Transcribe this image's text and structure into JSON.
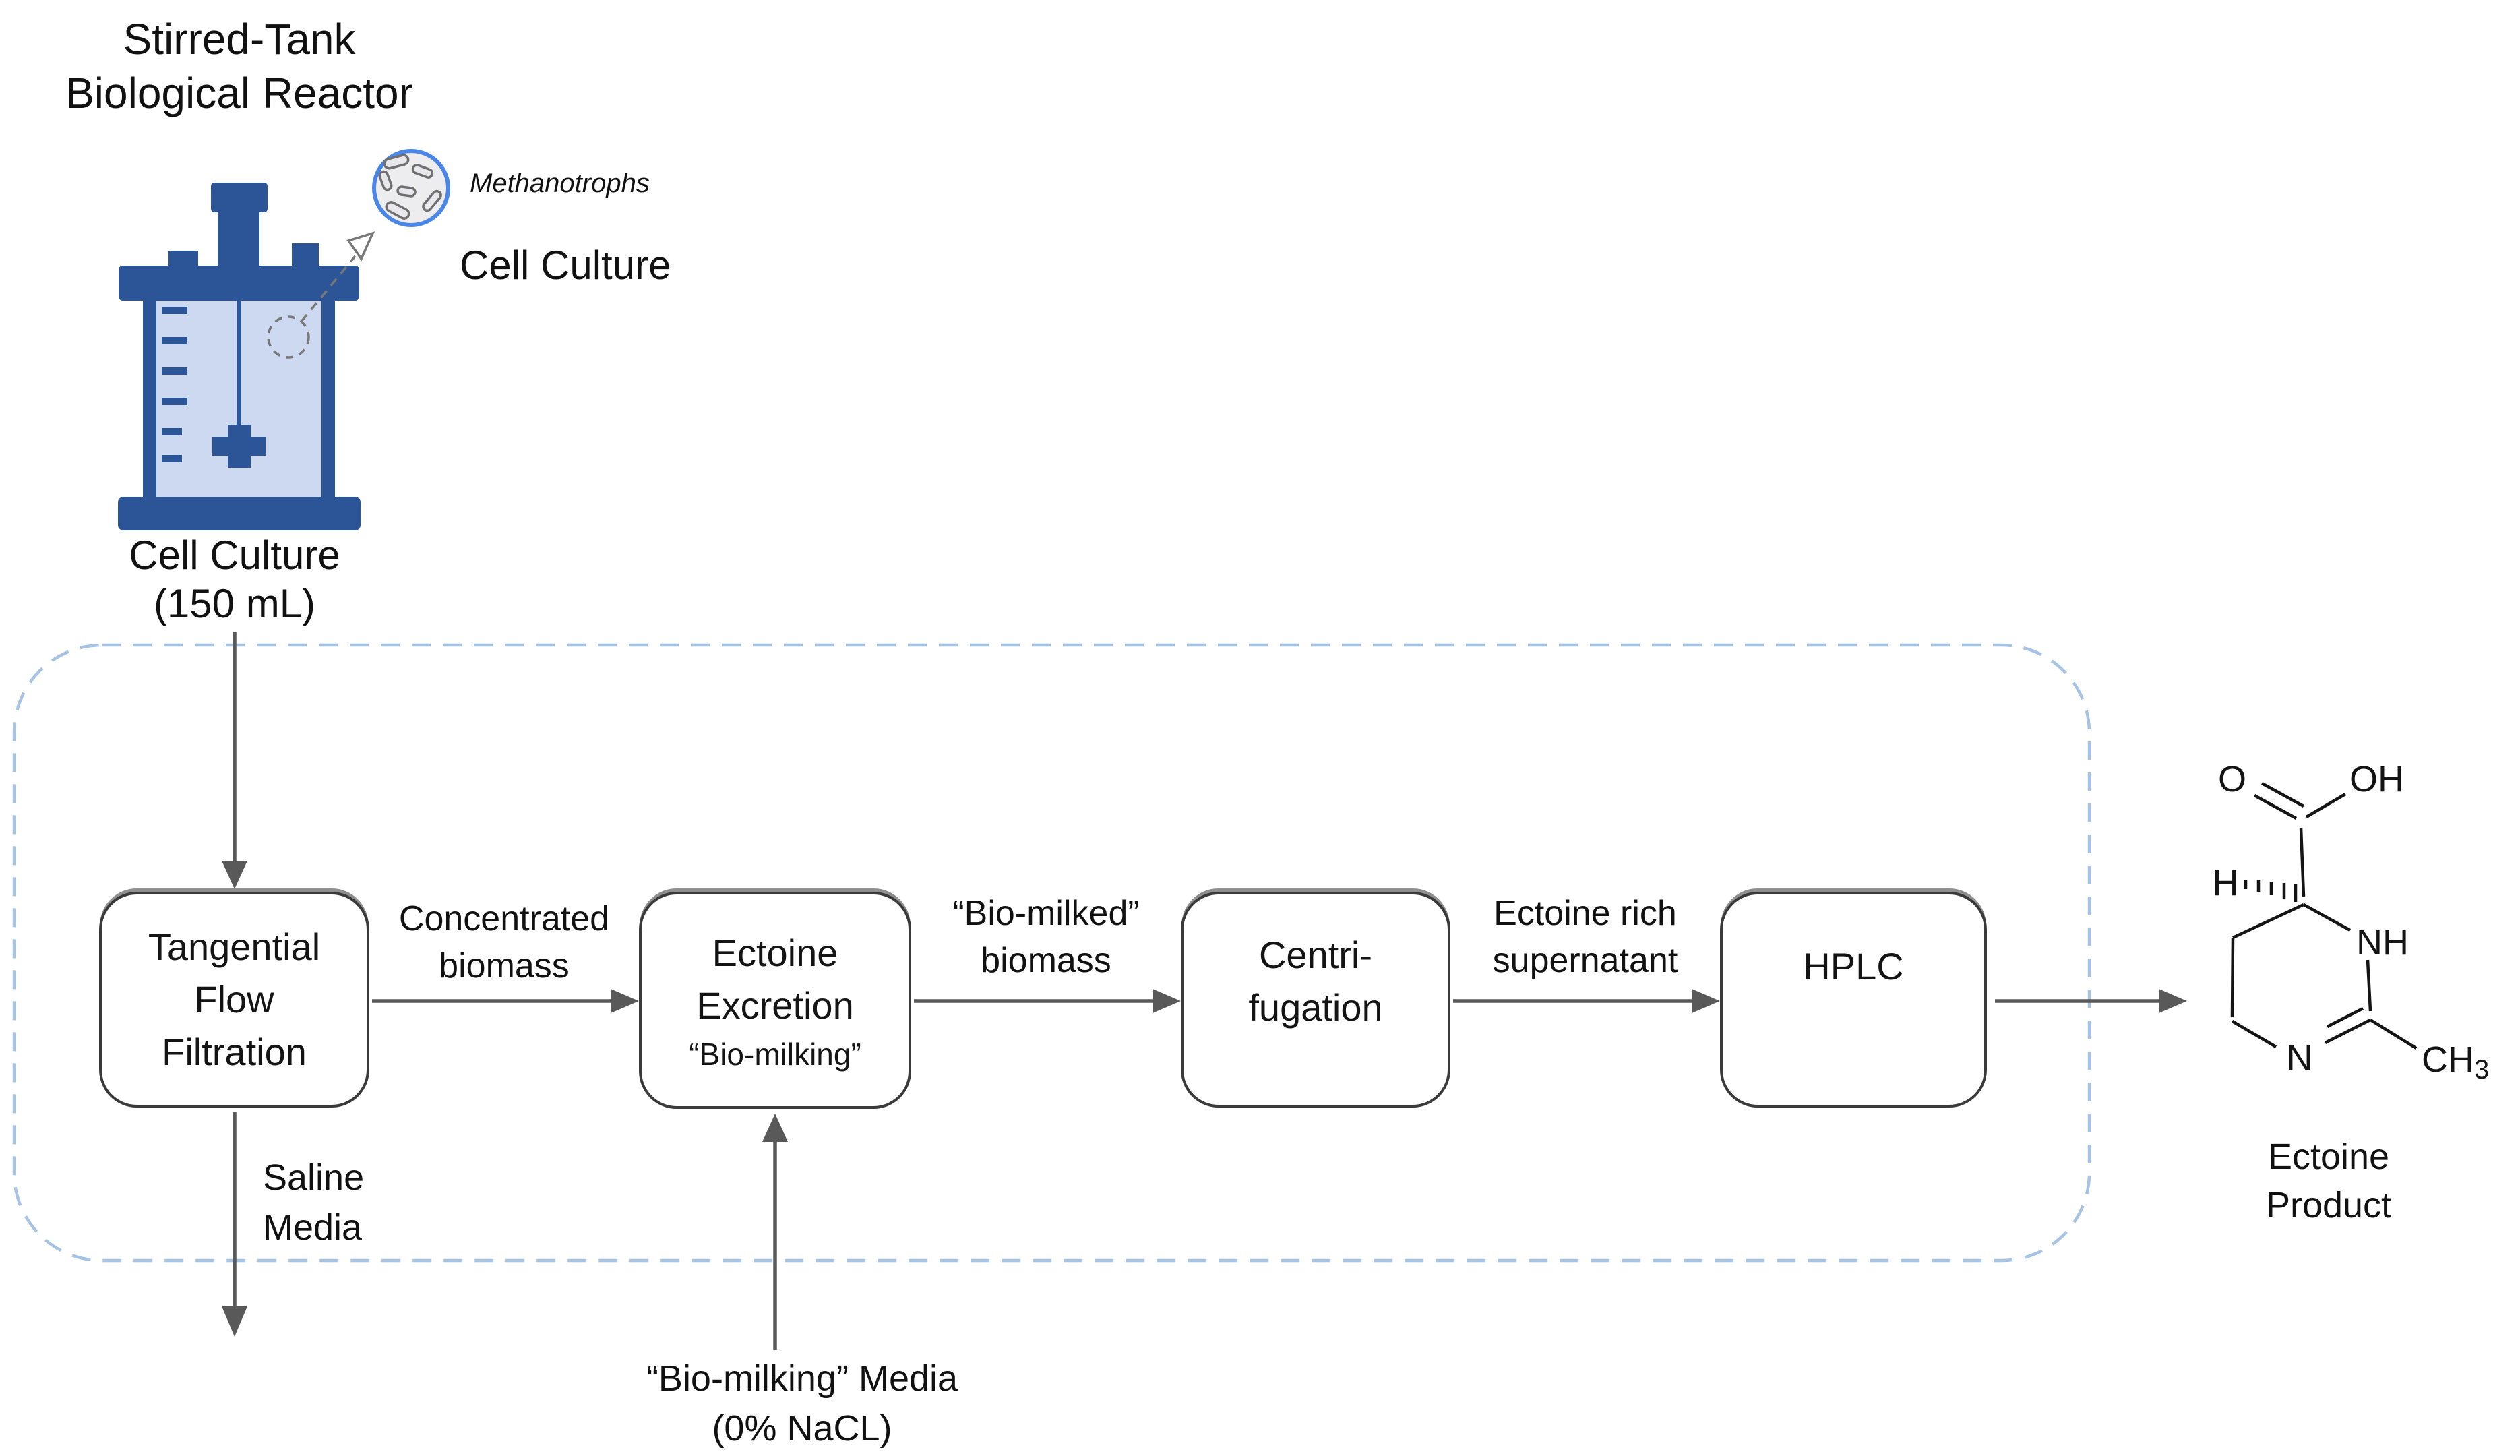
{
  "diagram_title": {
    "line1": "Stirred-Tank",
    "line2": "Biological Reactor"
  },
  "reactor": {
    "microbes_label": "Methanotrophs",
    "zoom_label": "Cell Culture",
    "vessel_label_line1": "Cell Culture",
    "vessel_label_line2": "(150 mL)"
  },
  "boxes": {
    "tff": {
      "line1": "Tangential",
      "line2": "Flow",
      "line3": "Filtration"
    },
    "ectoine": {
      "line1": "Ectoine",
      "line2": "Excretion",
      "subtitle": "“Bio-milking”"
    },
    "centrifugation": {
      "line1": "Centri-",
      "line2": "fugation"
    },
    "hplc": {
      "label": "HPLC"
    }
  },
  "flow_labels": {
    "concentrated": {
      "line1": "Concentrated",
      "line2": "biomass"
    },
    "biomilked": {
      "line1": "“Bio-milked”",
      "line2": "biomass"
    },
    "supernatant": {
      "line1": "Ectoine rich",
      "line2": "supernatant"
    },
    "saline": {
      "line1": "Saline",
      "line2": "Media"
    },
    "media_feed": {
      "line1": "“Bio-milking” Media",
      "line2": "(0% NaCL)"
    }
  },
  "product": {
    "line1": "Ectoine",
    "line2": "Product"
  },
  "molecule": {
    "o": "O",
    "oh": "OH",
    "h": "H",
    "nh": "NH",
    "n": "N",
    "ch": "CH",
    "ch_subscript": "3"
  },
  "colors": {
    "reactor_dark_blue": "#2b5597",
    "reactor_light_fill": "#ccd9f0",
    "dashed_boundary_blue": "#a6c3e3",
    "arrow_gray": "#595959",
    "microbe_ring_blue": "#4a86e8"
  }
}
